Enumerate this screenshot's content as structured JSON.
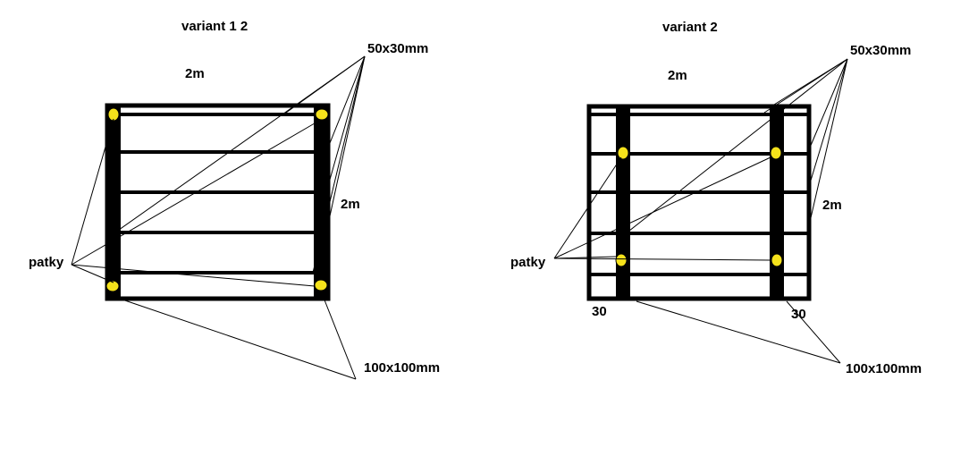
{
  "colors": {
    "background": "#ffffff",
    "ink": "#000000",
    "footing": "#f5e21b"
  },
  "variant_left": {
    "title": "variant 1  2",
    "width_label": "2m",
    "height_label": "2m",
    "batten_label": "50x30mm",
    "post_label": "100x100mm",
    "footing_label": "patky"
  },
  "variant_right": {
    "title": "variant  2",
    "width_label": "2m",
    "height_label": "2m",
    "batten_label": "50x30mm",
    "post_label": "100x100mm",
    "footing_label": "patky",
    "overhang_left_label": "30",
    "overhang_right_label": "30"
  }
}
